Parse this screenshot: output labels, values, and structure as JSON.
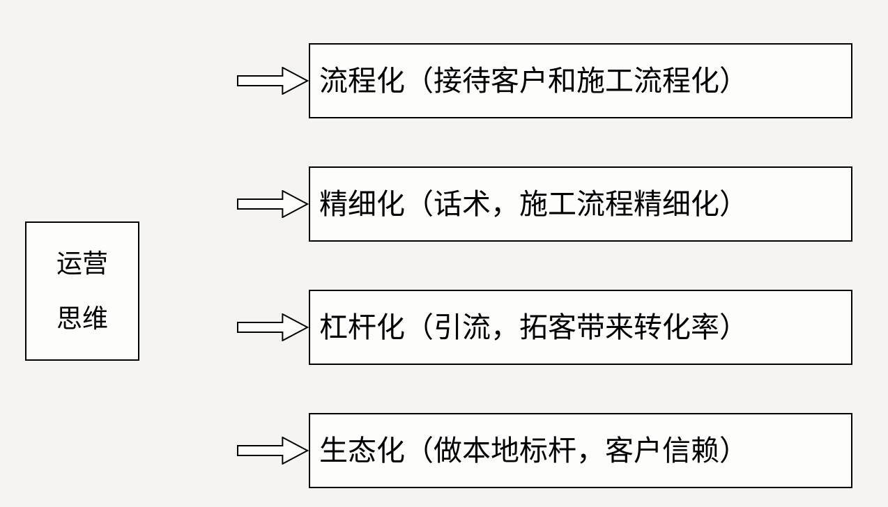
{
  "diagram": {
    "source_label": "运营思维",
    "source_lines": [
      "运营",
      "思维"
    ],
    "items": [
      {
        "label": "流程化（接待客户和施工流程化）"
      },
      {
        "label": "精细化（话术，施工流程精细化）"
      },
      {
        "label": "杠杆化（引流，拓客带来转化率）"
      },
      {
        "label": "生态化（做本地标杆，客户信赖）"
      }
    ],
    "colors": {
      "background": "#f5f4f2",
      "box_border": "#000000",
      "box_fill": "#fdfdfc",
      "text": "#000000"
    }
  }
}
